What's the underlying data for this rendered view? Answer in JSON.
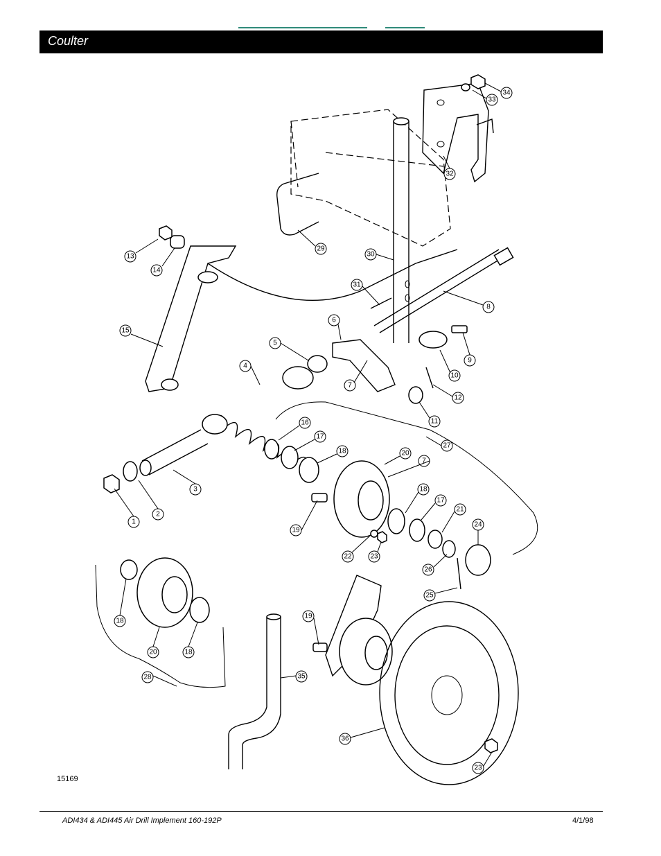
{
  "page_title": "Coulter",
  "figure_number": "15169",
  "footer": {
    "left": "ADI434 & ADI445 Air Drill Implement   160-192P",
    "right": "4/1/98"
  },
  "callouts": {
    "c1": "1",
    "c2": "2",
    "c3": "3",
    "c4": "4",
    "c5": "5",
    "c6": "6",
    "c7a": "7",
    "c7b": "7",
    "c8": "8",
    "c9": "9",
    "c10": "10",
    "c11": "11",
    "c12": "12",
    "c13": "13",
    "c14": "14",
    "c15": "15",
    "c16": "16",
    "c17a": "17",
    "c17b": "17",
    "c18a": "18",
    "c18b": "18",
    "c18c": "18",
    "c18d": "18",
    "c19a": "19",
    "c19b": "19",
    "c20a": "20",
    "c20b": "20",
    "c21": "21",
    "c22": "22",
    "c23a": "23",
    "c23b": "23",
    "c24": "24",
    "c25": "25",
    "c26": "26",
    "c27": "27",
    "c28": "28",
    "c29": "29",
    "c30": "30",
    "c31": "31",
    "c32": "32",
    "c33": "33",
    "c34": "34",
    "c35": "35",
    "c36": "36"
  }
}
